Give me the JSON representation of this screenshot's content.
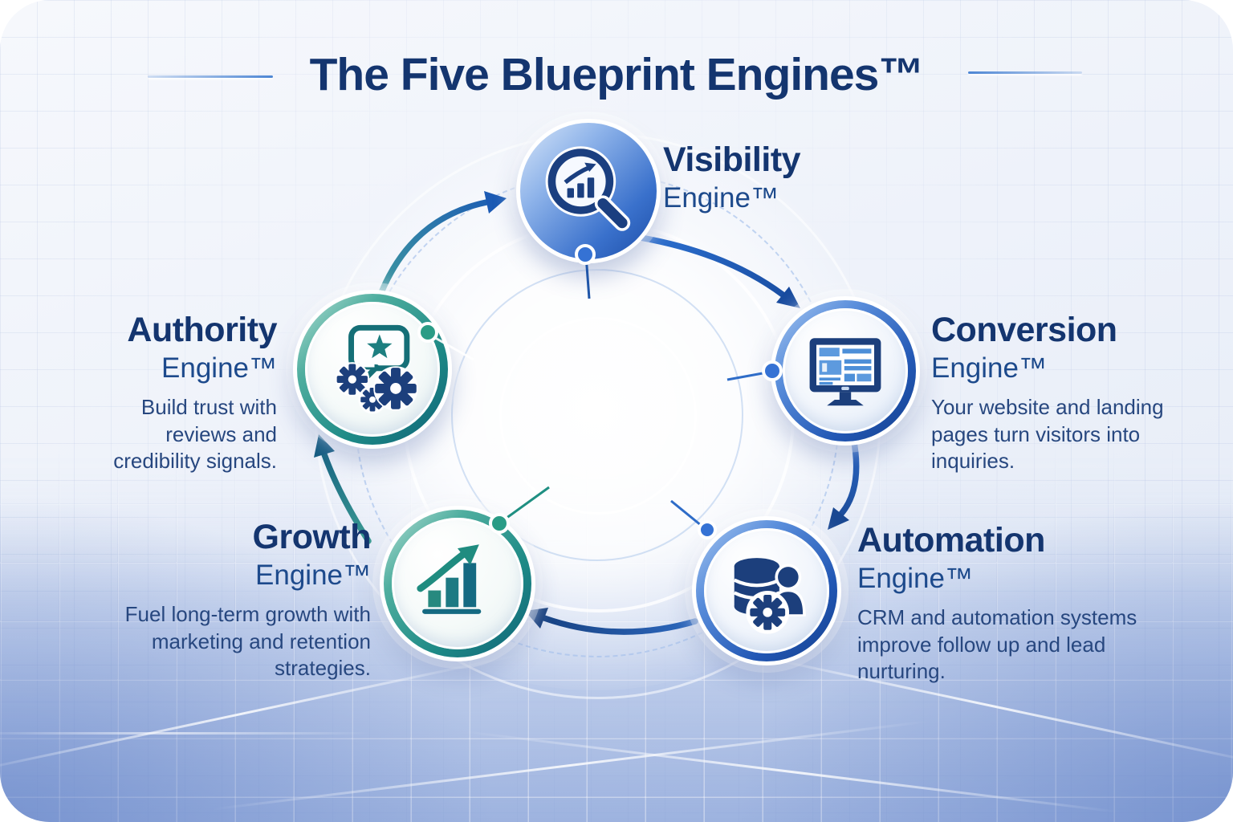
{
  "title": "The Five Blueprint Engines™",
  "engines": [
    {
      "id": "visibility",
      "name": "Visibility",
      "sub": "Engine™",
      "desc": "",
      "icon": "magnifier-bar-chart-icon",
      "accent": "#2257b4"
    },
    {
      "id": "conversion",
      "name": "Conversion",
      "sub": "Engine™",
      "desc": "Your website and landing pages turn visitors into inquiries.",
      "icon": "monitor-icon",
      "accent": "#2257b4"
    },
    {
      "id": "automation",
      "name": "Automation",
      "sub": "Engine™",
      "desc": "CRM and automation systems improve follow up and lead nurturing.",
      "icon": "database-gear-person-icon",
      "accent": "#2257b4"
    },
    {
      "id": "growth",
      "name": "Growth",
      "sub": "Engine™",
      "desc": "Fuel long-term growth with marketing and retention strategies.",
      "icon": "bar-chart-growth-arrow-icon",
      "accent": "#1e8a86"
    },
    {
      "id": "authority",
      "name": "Authority",
      "sub": "Engine™",
      "desc": "Build trust with reviews and credibility signals.",
      "icon": "speech-bubble-star-gears-icon",
      "accent": "#1e8a86"
    }
  ],
  "flow": [
    {
      "from": "Visibility",
      "to": "Conversion"
    },
    {
      "from": "Conversion",
      "to": "Automation"
    },
    {
      "from": "Automation",
      "to": "Growth"
    },
    {
      "from": "Growth",
      "to": "Authority"
    },
    {
      "from": "Authority",
      "to": "Visibility"
    }
  ],
  "colors": {
    "title_navy": "#14356f",
    "sub_blue": "#1d4a8c",
    "desc_blue": "#27477f",
    "blue_accent": "#2257b4",
    "teal_accent": "#1e8a86",
    "icon_navy": "#1c3f7c",
    "floor_blue": "#708fd0"
  }
}
